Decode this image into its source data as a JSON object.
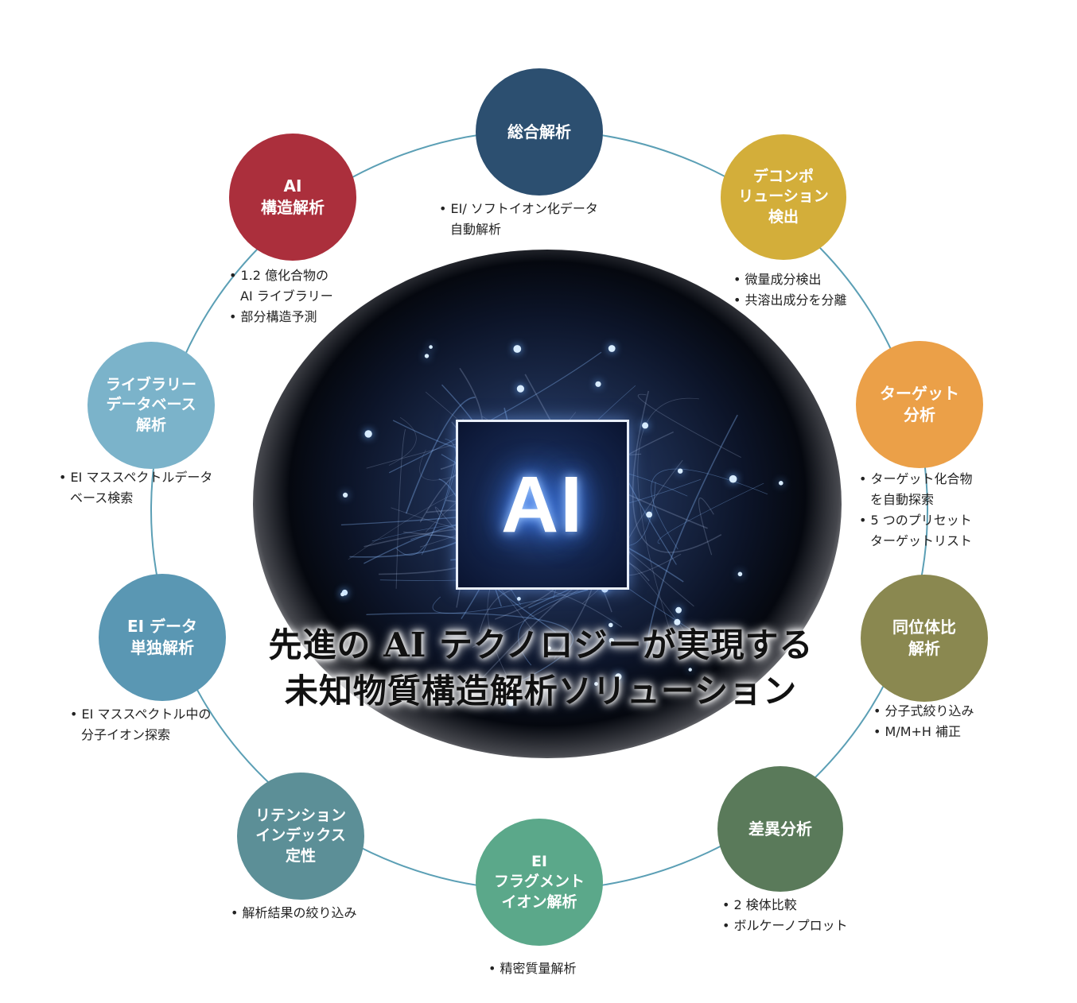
{
  "headline": {
    "line1": "先進の AI テクノロジーが実現する",
    "line2": "未知物質構造解析ソリューション"
  },
  "center": {
    "label": "AI"
  },
  "colors": {
    "ring": "#5b9fb5",
    "comprehensive": "#2c4f70",
    "deconvolution": "#d3ae3a",
    "target": "#eba048",
    "isotope": "#8a8850",
    "differential": "#5a7a5a",
    "fragment": "#5ba88a",
    "retention": "#5c8f97",
    "ei_single": "#5a97b3",
    "library": "#7bb3ca",
    "ai_structure": "#ab2f3c"
  },
  "nodes": [
    {
      "id": "comprehensive",
      "label": "総合解析",
      "bullets": [
        "• EI/ ソフトイオン化データ",
        "自動解析"
      ]
    },
    {
      "id": "deconvolution",
      "label": "デコンポ\nリューション\n検出",
      "bullets": [
        "• 微量成分検出",
        "• 共溶出成分を分離"
      ]
    },
    {
      "id": "target",
      "label": "ターゲット\n分析",
      "bullets": [
        "• ターゲット化合物",
        "を自動探索",
        "• 5 つのプリセット",
        "ターゲットリスト"
      ]
    },
    {
      "id": "isotope",
      "label": "同位体比\n解析",
      "bullets": [
        "• 分子式絞り込み",
        "• M/M+H 補正"
      ]
    },
    {
      "id": "differential",
      "label": "差異分析",
      "bullets": [
        "• 2 検体比較",
        "• ボルケーノプロット"
      ]
    },
    {
      "id": "fragment",
      "label": "EI\nフラグメント\nイオン解析",
      "bullets": [
        "• 精密質量解析"
      ]
    },
    {
      "id": "retention",
      "label": "リテンション\nインデックス\n定性",
      "bullets": [
        "• 解析結果の絞り込み"
      ]
    },
    {
      "id": "ei_single",
      "label": "EI データ\n単独解析",
      "bullets": [
        "• EI マススペクトル中の",
        "分子イオン探索"
      ]
    },
    {
      "id": "library",
      "label": "ライブラリー\nデータベース\n解析",
      "bullets": [
        "• EI マススペクトルデータ",
        "ベース検索"
      ]
    },
    {
      "id": "ai_structure",
      "label": "AI\n構造解析",
      "bullets": [
        "• 1.2 億化合物の",
        "AI ライブラリー",
        "• 部分構造予測"
      ]
    }
  ]
}
